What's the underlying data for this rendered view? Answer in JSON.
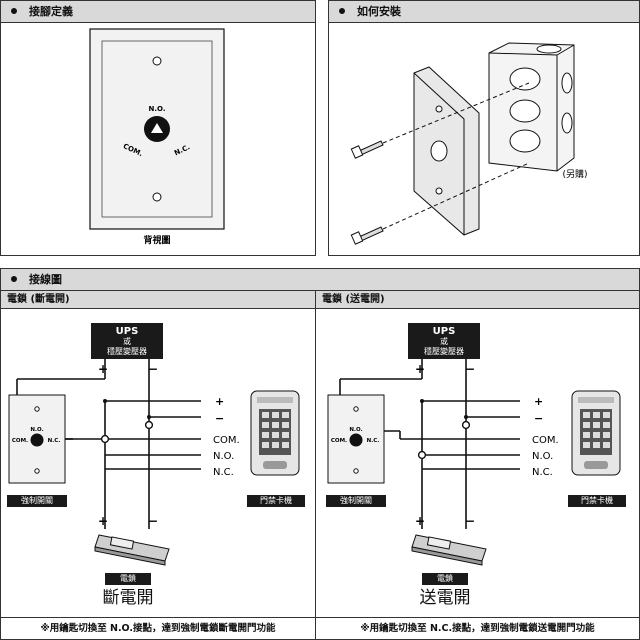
{
  "sections": {
    "pin_definition": {
      "title": "接腳定義",
      "back_view_caption": "背視圖",
      "no_label": "N.O.",
      "com_label": "COM.",
      "nc_label": "N.C."
    },
    "installation": {
      "title": "如何安裝",
      "sold_separately": "(另購)"
    },
    "wiring": {
      "title": "接線圖",
      "left": {
        "subtitle": "電鎖 (斷電開)",
        "ups_title": "UPS",
        "ups_or": "或",
        "ups_alt": "穩壓變壓器",
        "switch_label": "強制開關",
        "reader_label": "門禁卡機",
        "lock_label": "電鎖",
        "mode_label": "斷電開",
        "footer": "※用鑰匙切換至 N.O.接點，達到強制電鎖斷電開門功能"
      },
      "right": {
        "subtitle": "電鎖 (送電開)",
        "ups_title": "UPS",
        "ups_or": "或",
        "ups_alt": "穩壓變壓器",
        "switch_label": "強制開關",
        "reader_label": "門禁卡機",
        "lock_label": "電鎖",
        "mode_label": "送電開",
        "footer": "※用鑰匙切換至 N.C.接點，達到強制電鎖送電開門功能"
      },
      "terminals": {
        "plus": "+",
        "minus": "−",
        "com": "COM.",
        "no": "N.O.",
        "nc": "N.C."
      }
    }
  },
  "colors": {
    "header_bg": "#d9d9d9",
    "line": "#111111",
    "plate_fill": "#f2f2f2",
    "block": "#1a1a1a"
  }
}
